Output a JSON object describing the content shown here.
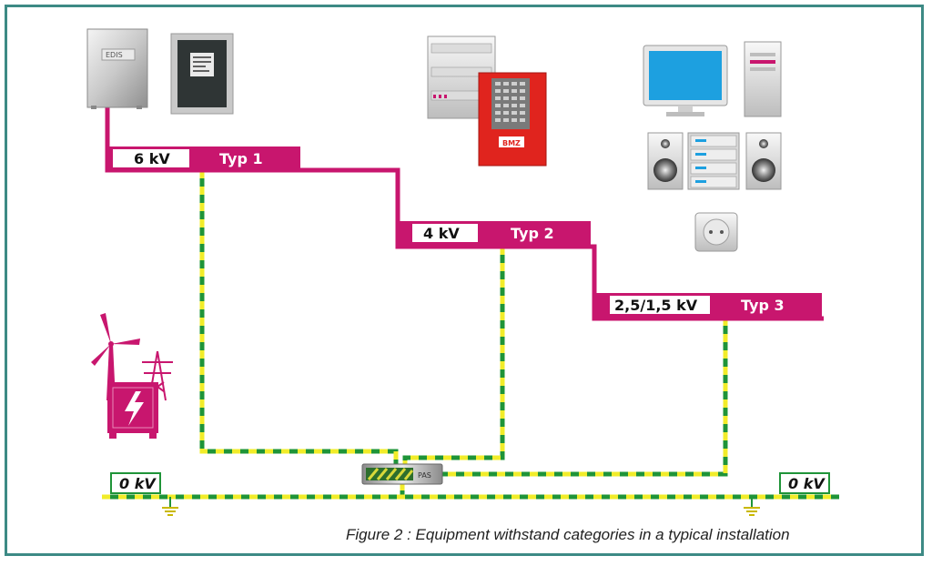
{
  "colors": {
    "frame": "#3d8a85",
    "phase": "#c8166e",
    "earth_green": "#1f9438",
    "earth_yellow": "#f1ec2a",
    "label_border": "#1f9438"
  },
  "categories": [
    {
      "voltage": "6 kV",
      "type": "Typ 1"
    },
    {
      "voltage": "4 kV",
      "type": "Typ 2"
    },
    {
      "voltage": "2,5/1,5 kV",
      "type": "Typ 3"
    }
  ],
  "ground_labels": {
    "left": "0 kV",
    "right": "0 kV"
  },
  "devices": {
    "meter_logo": "EDIS",
    "fire_panel_label": "BMZ",
    "pas_label": "PAS",
    "icons": [
      "meter-cabinet-icon",
      "electricity-meter-icon",
      "distribution-board-icon",
      "fire-alarm-panel-icon",
      "monitor-icon",
      "pc-tower-icon",
      "speaker-icon",
      "hifi-stack-icon",
      "socket-icon",
      "wind-turbine-icon",
      "power-pylon-icon",
      "transformer-icon",
      "earth-symbol-icon"
    ]
  },
  "caption": "Figure 2 : Equipment withstand categories in a typical installation"
}
